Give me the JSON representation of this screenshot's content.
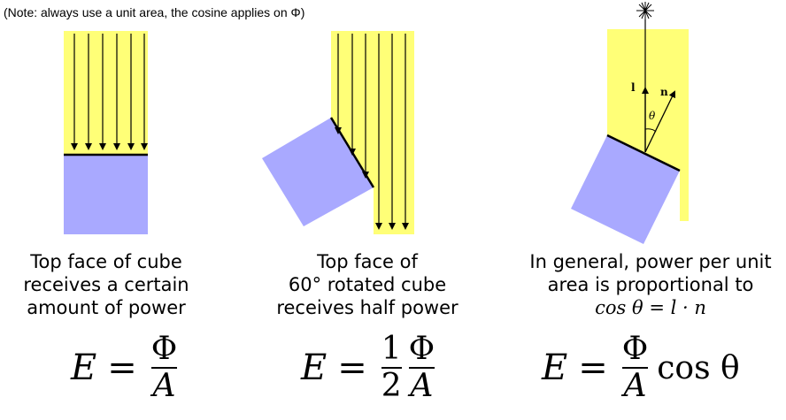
{
  "note": "(Note: always use a unit area, the cosine applies on Φ)",
  "panels": [
    {
      "caption": [
        "Top face of cube",
        "receives a certain",
        "amount of power"
      ],
      "equation": {
        "lhs": "E",
        "eq": "=",
        "num": "Φ",
        "den": "A"
      }
    },
    {
      "caption": [
        "Top face of",
        "60° rotated cube",
        "receives half power"
      ],
      "equation": {
        "lhs": "E",
        "eq": "=",
        "k_num": "1",
        "k_den": "2",
        "num": "Φ",
        "den": "A"
      }
    },
    {
      "caption": [
        "In general, power per unit",
        "area is proportional to"
      ],
      "caption_math": "cos θ = l · n",
      "equation": {
        "lhs": "E",
        "eq": "=",
        "num": "Φ",
        "den": "A",
        "tail": "cos θ"
      },
      "labels": {
        "light_vector": "l",
        "normal_vector": "n",
        "angle": "θ"
      }
    }
  ],
  "colors": {
    "light": "#ffff77",
    "cube": "#a9a9ff",
    "line": "#000000"
  }
}
